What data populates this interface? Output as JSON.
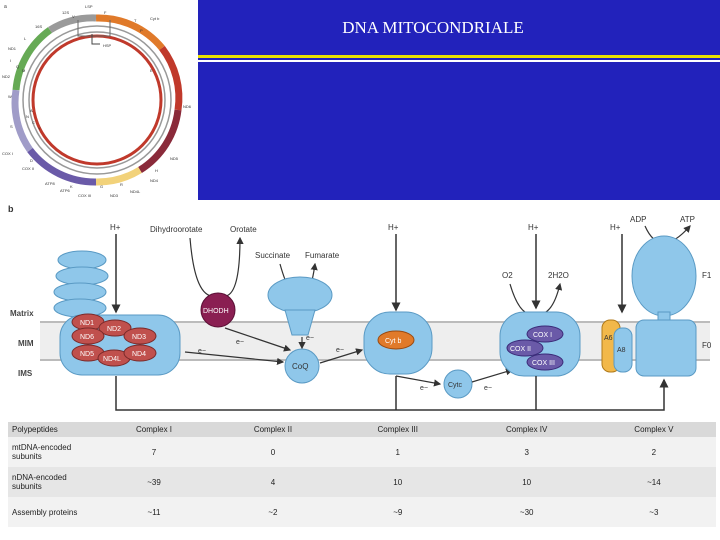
{
  "slide": {
    "title": "DNA MITOCONDRIALE",
    "colors": {
      "band": "#2222bb",
      "stripe": "#e8e000"
    }
  },
  "map": {
    "panel_label": "a",
    "labels": [
      "HSP",
      "LSP",
      "Cyt b",
      "ND6",
      "ND5",
      "ND4",
      "ND4L",
      "ND3",
      "COX III",
      "ATP6",
      "ATP8",
      "COX II",
      "COX I",
      "ND2",
      "ND1",
      "16S",
      "12S",
      "F",
      "V",
      "L",
      "I",
      "Q",
      "M",
      "W",
      "A",
      "N",
      "C",
      "Y",
      "S",
      "D",
      "K",
      "G",
      "R",
      "H",
      "T",
      "P",
      "E"
    ]
  },
  "diagram": {
    "panel_label": "b",
    "labels": {
      "matrix": "Matrix",
      "mim": "MIM",
      "ims": "IMS",
      "h_plus": "H+",
      "dihydroorotate": "Dihydroorotate",
      "orotate": "Orotate",
      "succinate": "Succinate",
      "fumarate": "Fumarate",
      "dhodh": "DHODH",
      "coq": "CoQ",
      "cytb": "Cyt b",
      "cytc": "Cytc",
      "e_minus": "e−",
      "o2": "O2",
      "h2o": "2H2O",
      "adp": "ADP",
      "atp": "ATP",
      "f1": "F1",
      "f0": "F0",
      "a6": "A6",
      "a8": "A8",
      "nd1": "ND1",
      "nd2": "ND2",
      "nd3": "ND3",
      "nd4": "ND4",
      "nd4l": "ND4L",
      "nd5": "ND5",
      "nd6": "ND6",
      "cox1": "COX I",
      "cox2": "COX II",
      "cox3": "COX III"
    }
  },
  "table": {
    "headers": [
      "Polypeptides",
      "Complex I",
      "Complex II",
      "Complex III",
      "Complex IV",
      "Complex V"
    ],
    "rows": [
      {
        "label": "mtDNA-encoded subunits",
        "values": [
          "7",
          "0",
          "1",
          "3",
          "2"
        ]
      },
      {
        "label": "nDNA-encoded subunits",
        "values": [
          "~39",
          "4",
          "10",
          "10",
          "~14"
        ]
      },
      {
        "label": "Assembly proteins",
        "values": [
          "~11",
          "~2",
          "~9",
          "~30",
          "~3"
        ]
      }
    ]
  }
}
